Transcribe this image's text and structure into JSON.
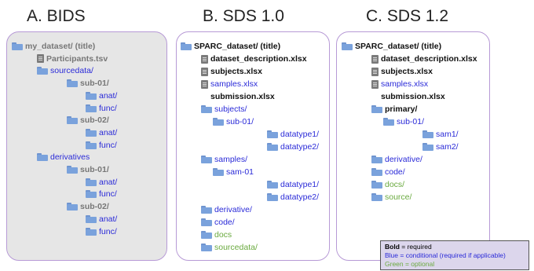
{
  "panels": [
    {
      "title": "A.  BIDS",
      "rows": [
        {
          "text": "my_dataset/ (title)",
          "style": "gray",
          "icon": "folder",
          "indent": 0
        },
        {
          "text": "Participants.tsv",
          "style": "gray",
          "icon": "doc",
          "indent": 1
        },
        {
          "text": "sourcedata/",
          "style": "blue",
          "icon": "folder",
          "indent": 1
        },
        {
          "text": "sub-01/",
          "style": "gray",
          "icon": "folder",
          "indent": 3
        },
        {
          "text": "anat/",
          "style": "blue",
          "icon": "folder",
          "indent": 4
        },
        {
          "text": "func/",
          "style": "blue",
          "icon": "folder",
          "indent": 4
        },
        {
          "text": "sub-02/",
          "style": "gray",
          "icon": "folder",
          "indent": 3
        },
        {
          "text": "anat/",
          "style": "blue",
          "icon": "folder",
          "indent": 4
        },
        {
          "text": "func/",
          "style": "blue",
          "icon": "folder",
          "indent": 4
        },
        {
          "text": "derivatives",
          "style": "blue",
          "icon": "folder",
          "indent": 1
        },
        {
          "text": "sub-01/",
          "style": "gray",
          "icon": "folder",
          "indent": 3
        },
        {
          "text": "anat/",
          "style": "blue",
          "icon": "folder",
          "indent": 4
        },
        {
          "text": "func/",
          "style": "blue",
          "icon": "folder",
          "indent": 4
        },
        {
          "text": "sub-02/",
          "style": "gray",
          "icon": "folder",
          "indent": 3
        },
        {
          "text": "anat/",
          "style": "blue",
          "icon": "folder",
          "indent": 4
        },
        {
          "text": "func/",
          "style": "blue",
          "icon": "folder",
          "indent": 4
        }
      ]
    },
    {
      "title": "B. SDS 1.0",
      "rows": [
        {
          "text": "SPARC_dataset/ (title)",
          "style": "bold",
          "icon": "folder",
          "indent": 0
        },
        {
          "text": "dataset_description.xlsx",
          "style": "bold",
          "icon": "doc",
          "indent": 1
        },
        {
          "text": "subjects.xlsx",
          "style": "bold",
          "icon": "doc",
          "indent": 1
        },
        {
          "text": "samples.xlsx",
          "style": "blue",
          "icon": "doc",
          "indent": 1
        },
        {
          "text": "submission.xlsx",
          "style": "bold",
          "icon": "none",
          "indent": 1
        },
        {
          "text": "subjects/",
          "style": "blue",
          "icon": "folder",
          "indent": 1
        },
        {
          "text": "sub-01/",
          "style": "blue",
          "icon": "folder",
          "indent": 2
        },
        {
          "text": "datatype1/",
          "style": "blue",
          "icon": "folder",
          "indent": 4
        },
        {
          "text": "datatype2/",
          "style": "blue",
          "icon": "folder",
          "indent": 4
        },
        {
          "text": "samples/",
          "style": "blue",
          "icon": "folder",
          "indent": 1
        },
        {
          "text": "sam-01",
          "style": "blue",
          "icon": "folder",
          "indent": 2
        },
        {
          "text": "datatype1/",
          "style": "blue",
          "icon": "folder",
          "indent": 4
        },
        {
          "text": "datatype2/",
          "style": "blue",
          "icon": "folder",
          "indent": 4
        },
        {
          "text": "derivative/",
          "style": "blue",
          "icon": "folder",
          "indent": 1
        },
        {
          "text": "code/",
          "style": "blue",
          "icon": "folder",
          "indent": 1
        },
        {
          "text": "docs",
          "style": "green",
          "icon": "folder",
          "indent": 1
        },
        {
          "text": "sourcedata/",
          "style": "green",
          "icon": "folder",
          "indent": 1
        }
      ]
    },
    {
      "title": "C. SDS 1.2",
      "rows": [
        {
          "text": "SPARC_dataset/ (title)",
          "style": "bold",
          "icon": "folder",
          "indent": 0
        },
        {
          "text": "dataset_description.xlsx",
          "style": "bold",
          "icon": "doc",
          "indent": 1
        },
        {
          "text": "subjects.xlsx",
          "style": "bold",
          "icon": "doc",
          "indent": 1
        },
        {
          "text": "samples.xlsx",
          "style": "blue",
          "icon": "doc",
          "indent": 1
        },
        {
          "text": "submission.xlsx",
          "style": "bold",
          "icon": "none",
          "indent": 1
        },
        {
          "text": "primary/",
          "style": "bold",
          "icon": "folder",
          "indent": 1
        },
        {
          "text": "sub-01/",
          "style": "blue",
          "icon": "folder",
          "indent": 2
        },
        {
          "text": "sam1/",
          "style": "blue",
          "icon": "folder",
          "indent": 3
        },
        {
          "text": "sam2/",
          "style": "blue",
          "icon": "folder",
          "indent": 3
        },
        {
          "text": "derivative/",
          "style": "blue",
          "icon": "folder",
          "indent": 1
        },
        {
          "text": "code/",
          "style": "blue",
          "icon": "folder",
          "indent": 1
        },
        {
          "text": "docs/",
          "style": "green",
          "icon": "folder",
          "indent": 1
        },
        {
          "text": "source/",
          "style": "green",
          "icon": "folder",
          "indent": 1
        }
      ]
    }
  ],
  "legend": {
    "required_word": "Bold",
    "required_rest": " = required",
    "conditional": "Blue = conditional (required if applicable)",
    "optional": "Green = optional"
  },
  "colors": {
    "blue": "#2a2ad8",
    "green": "#6aaa3f",
    "panel_border": "#b79ad6",
    "panel_a_fill": "#e6e6e6",
    "legend_fill": "#dcd6ec"
  }
}
